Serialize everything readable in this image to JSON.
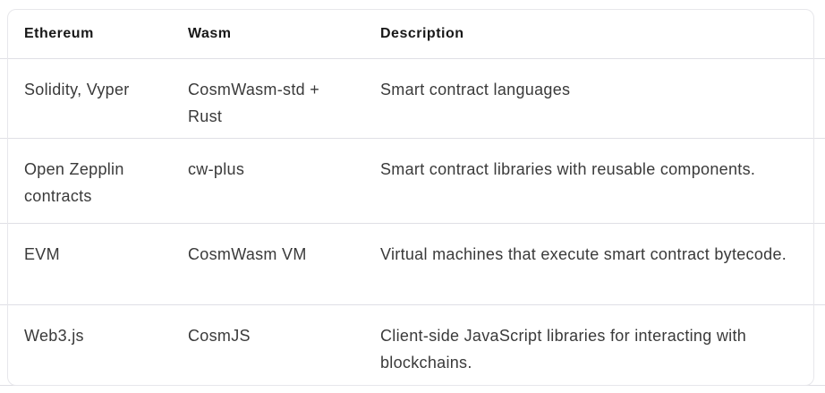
{
  "table": {
    "columns": {
      "ethereum": "Ethereum",
      "wasm": "Wasm",
      "description": "Description"
    },
    "rows": [
      {
        "ethereum": "Solidity, Vyper",
        "wasm": "CosmWasm-std + Rust",
        "description": "Smart contract languages"
      },
      {
        "ethereum": "Open Zepplin contracts",
        "wasm": "cw-plus",
        "description": "Smart contract libraries with reusable components."
      },
      {
        "ethereum": "EVM",
        "wasm": "CosmWasm VM",
        "description": "Virtual machines that execute smart contract bytecode."
      },
      {
        "ethereum": "Web3.js",
        "wasm": "CosmJS",
        "description": "Client-side JavaScript libraries for interacting with blockchains."
      }
    ],
    "colors": {
      "background": "#ffffff",
      "card_border": "#e7e7eb",
      "row_divider": "#dfdfe5",
      "header_text": "#181818",
      "body_text": "#3a3a3a"
    }
  }
}
